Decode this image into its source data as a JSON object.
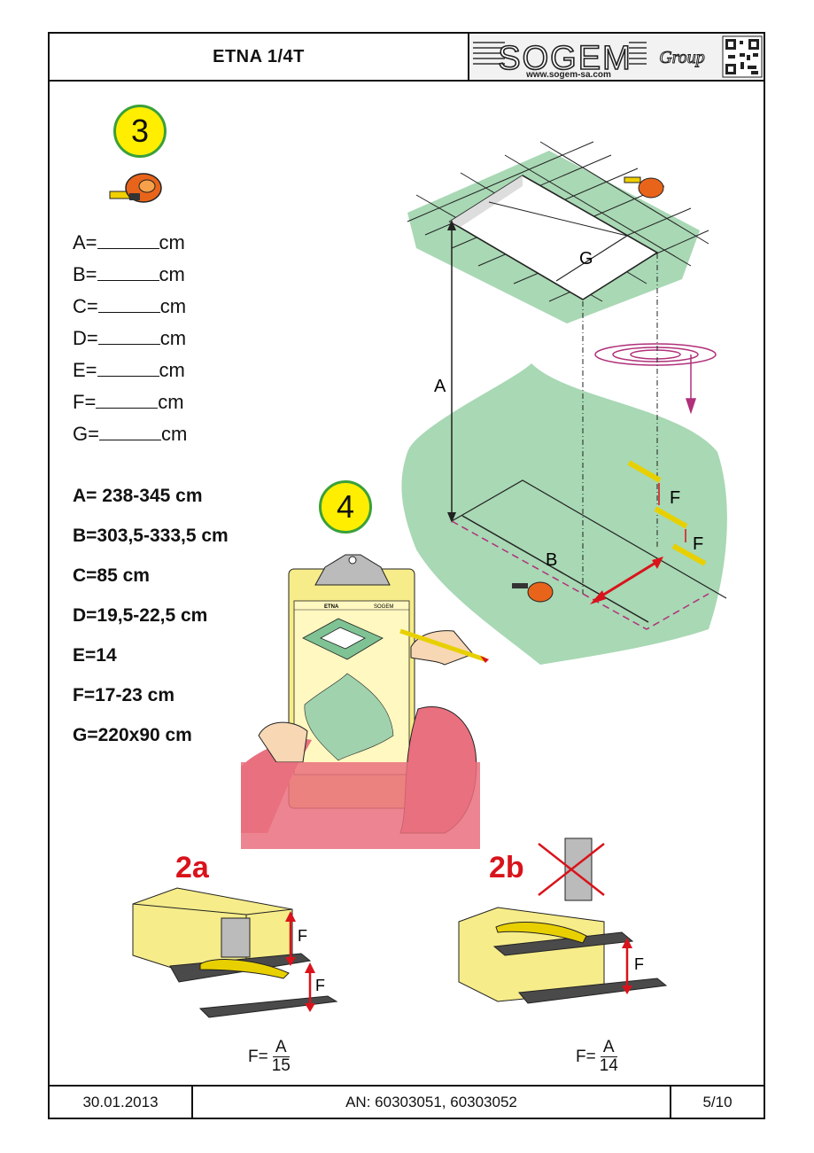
{
  "header": {
    "title": "ETNA 1/4T",
    "logo_text": "SOGEM",
    "logo_group": "Group",
    "logo_url": "www.sogem-sa.com"
  },
  "steps": {
    "step3": "3",
    "step4": "4"
  },
  "measure_fields": [
    {
      "label": "A=",
      "unit": "cm"
    },
    {
      "label": "B=",
      "unit": "cm"
    },
    {
      "label": "C=",
      "unit": "cm"
    },
    {
      "label": "D=",
      "unit": "cm"
    },
    {
      "label": "E=",
      "unit": "cm"
    },
    {
      "label": "F=",
      "unit": "cm"
    },
    {
      "label": "G=",
      "unit": "cm"
    }
  ],
  "values": [
    "A= 238-345 cm",
    "B=303,5-333,5 cm",
    "C=85 cm",
    "D=19,5-22,5 cm",
    "E=14",
    "F=17-23 cm",
    "G=220x90 cm"
  ],
  "diagram_labels": {
    "a": "A",
    "b": "B",
    "g": "G",
    "f": "F"
  },
  "clipboard": {
    "title": "ETNA",
    "logo": "SOGEM"
  },
  "variant_a": {
    "label": "2a",
    "formula_prefix": "F=",
    "numerator": "A",
    "denominator": "15"
  },
  "variant_b": {
    "label": "2b",
    "formula_prefix": "F=",
    "numerator": "A",
    "denominator": "14"
  },
  "footer": {
    "date": "30.01.2013",
    "article": "AN: 60303051, 60303052",
    "page": "5/10"
  },
  "colors": {
    "green_area": "#a8d8b4",
    "yellow_badge": "#ffee00",
    "red_label": "#d9131b",
    "magenta": "#b0307a"
  }
}
